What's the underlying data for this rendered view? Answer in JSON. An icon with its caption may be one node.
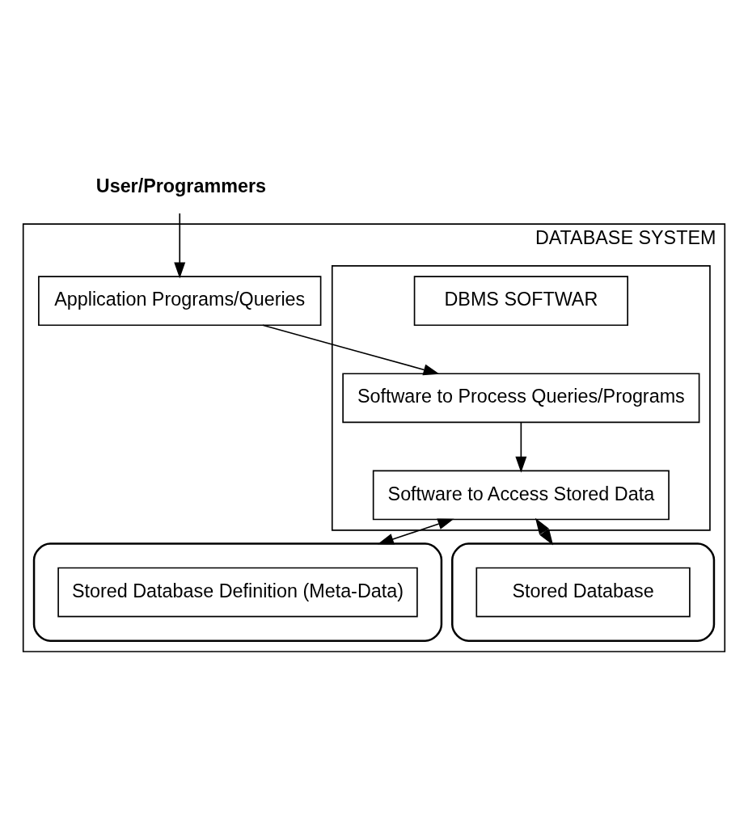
{
  "diagram": {
    "nodes": [
      {
        "text": [
          "User/Programmers"
        ]
      },
      {
        "text": [
          "DATABASE SYSTEM"
        ]
      },
      {
        "text": [
          "Application Programs/Queries"
        ],
        "in": 1
      },
      {
        "text": [],
        "shape": "box",
        "in": 1
      },
      {
        "text": [
          "DBMS SOFTWAR"
        ],
        "in": 3
      },
      {
        "text": [
          "Software to Process Queries/Programs"
        ],
        "in": 3
      },
      {
        "text": [
          "Software to Access Stored Data"
        ],
        "in": 3
      },
      {
        "text": [],
        "shape": "cylinder",
        "in": 1
      },
      {
        "text": [
          "Stored Database Definition (Meta-Data)"
        ],
        "in": 7
      },
      {
        "text": [],
        "shape": "cylinder",
        "in": 1
      },
      {
        "text": [
          "Stored Database"
        ],
        "in": 9
      }
    ],
    "edges": [
      {
        "from": 0,
        "to": 2,
        "arrow": "to"
      },
      {
        "from": 2,
        "to": 5,
        "arrow": "to"
      },
      {
        "from": 5,
        "to": 6,
        "arrow": "to"
      },
      {
        "from": 6,
        "to": 7,
        "arrow": "both"
      },
      {
        "from": 6,
        "to": 9,
        "arrow": "both"
      }
    ]
  }
}
